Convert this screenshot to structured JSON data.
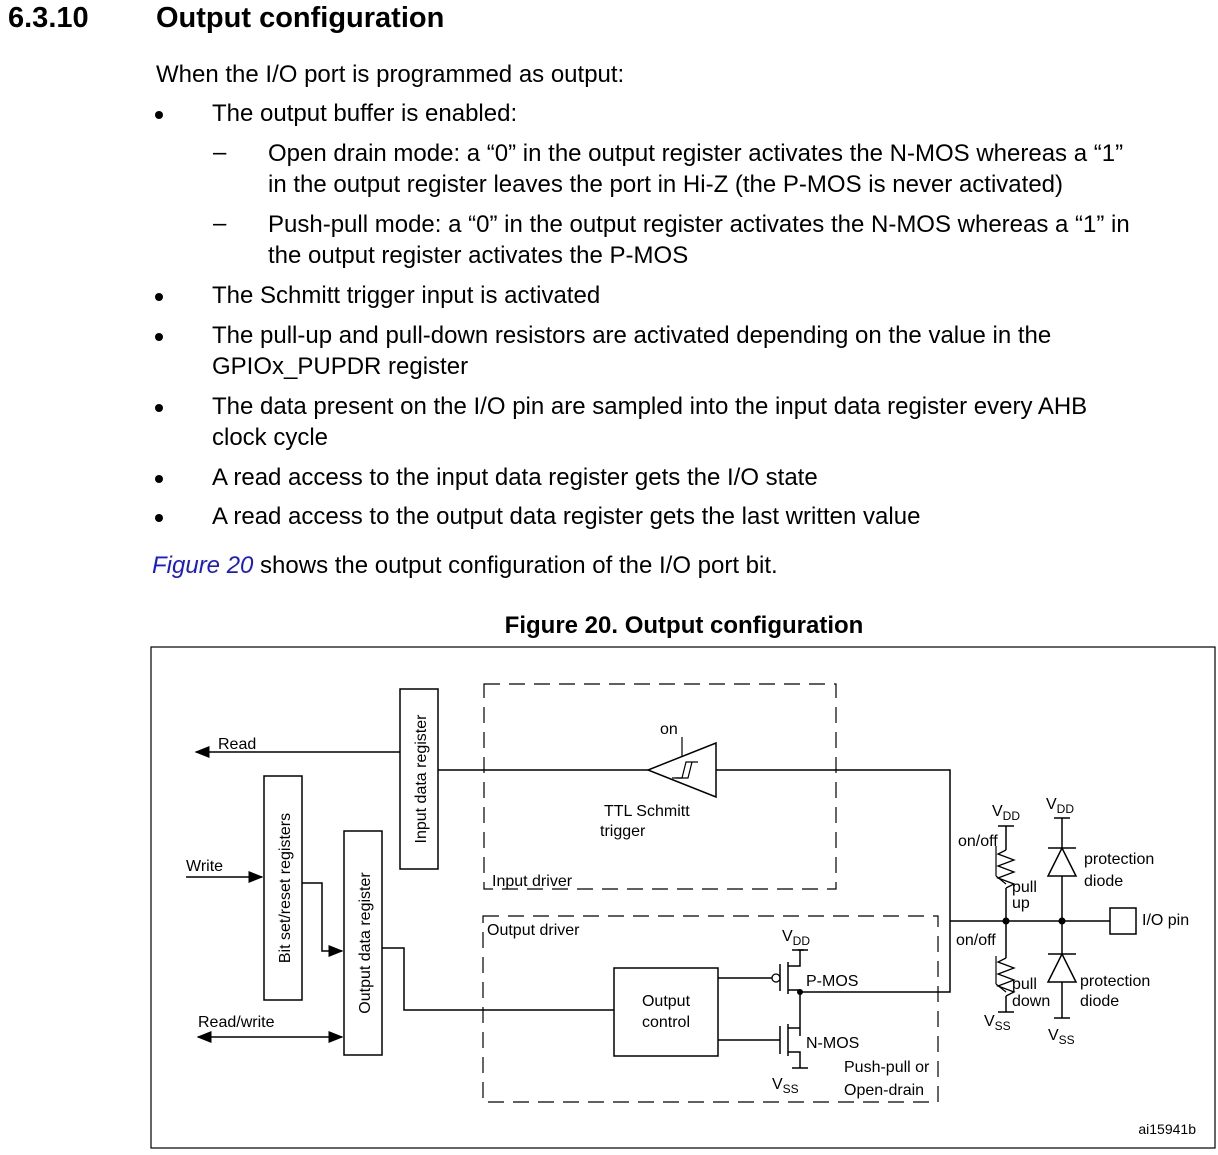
{
  "section": {
    "number": "6.3.10",
    "title": "Output configuration"
  },
  "intro": "When the I/O port is programmed as output:",
  "bullets": {
    "b1": "The output buffer is enabled:",
    "sub1_line1": "Open drain mode: a “0” in the output register activates the N-MOS whereas a “1”",
    "sub1_line2": "in the output register leaves the port in Hi-Z (the P-MOS is never activated)",
    "sub2_line1": "Push-pull mode: a “0” in the output register activates the N-MOS whereas a “1” in",
    "sub2_line2": "the output register activates the P-MOS",
    "b2": "The Schmitt trigger input is activated",
    "b3_line1": "The pull-up and pull-down resistors are activated depending on the value in the",
    "b3_line2": "GPIOx_PUPDR register",
    "b4_line1": "The data present on the I/O pin are sampled into the input data register every AHB",
    "b4_line2": "clock cycle",
    "b5": "A read access to the input data register gets the I/O state",
    "b6": "A read access to the output data register gets the last written value"
  },
  "figure_ref": {
    "link": "Figure 20",
    "rest": " shows the output configuration of the I/O port bit."
  },
  "figure": {
    "caption": "Figure 20. Output configuration",
    "id_code": "ai15941b",
    "labels": {
      "read": "Read",
      "write": "Write",
      "read_write": "Read/write",
      "input_data_register": "Input data register",
      "bit_set_reset_registers": "Bit set/reset registers",
      "output_data_register": "Output data register",
      "on": "on",
      "ttl_schmitt_1": "TTL Schmitt",
      "ttl_schmitt_2": "trigger",
      "input_driver": "Input driver",
      "output_driver": "Output driver",
      "output_control_1": "Output",
      "output_control_2": "control",
      "vdd": "V",
      "dd_sub": "DD",
      "vss": "V",
      "ss_sub": "SS",
      "pmos": "P-MOS",
      "nmos": "N-MOS",
      "push_pull_1": "Push-pull or",
      "push_pull_2": "Open-drain",
      "on_off": "on/off",
      "pull": "pull",
      "up": "up",
      "down": "down",
      "protection": "protection",
      "diode": "diode",
      "io_pin": "I/O pin"
    }
  }
}
